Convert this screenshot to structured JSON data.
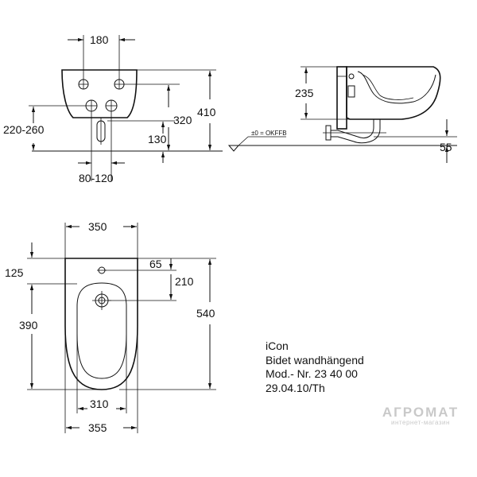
{
  "dimensions": {
    "front": {
      "width_top": "180",
      "height_left": "220-260",
      "spacing_bottom": "80-120",
      "h320": "320",
      "h130": "130",
      "h410": "410"
    },
    "side": {
      "h235": "235",
      "floor_label": "±0 = OKFFB",
      "h55": "55"
    },
    "top": {
      "w350": "350",
      "h125": "125",
      "d65": "65",
      "d210": "210",
      "h390": "390",
      "h540": "540",
      "w310": "310",
      "w355": "355"
    }
  },
  "info": {
    "brand": "iCon",
    "product": "Bidet wandhängend",
    "model": "Mod.- Nr. 23 40 00",
    "date": "29.04.10/Th"
  },
  "watermark": {
    "name": "АГРОМАТ",
    "subtitle": "интернет-магазин"
  }
}
